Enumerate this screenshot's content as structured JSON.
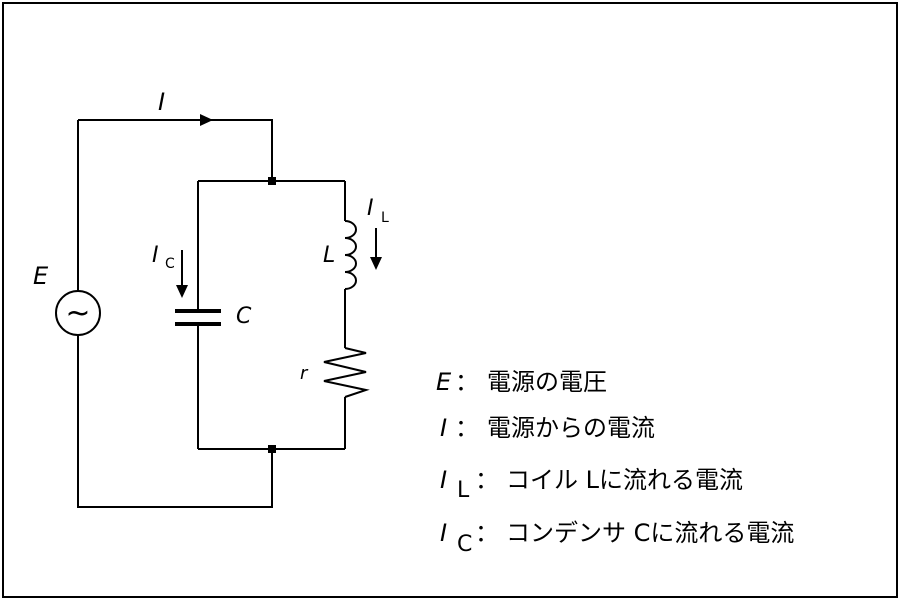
{
  "circuit": {
    "source_symbol": "E",
    "source_glyph": "~",
    "total_current": "I",
    "inductor_current": {
      "main": "I",
      "sub": "L"
    },
    "capacitor_current": {
      "main": "I",
      "sub": "C"
    },
    "inductor_label": "L",
    "capacitor_label": "C",
    "resistor_label": "r"
  },
  "legend": [
    {
      "symbol": "E",
      "sub": "",
      "separator": "：",
      "desc": "電源の電圧"
    },
    {
      "symbol": "I",
      "sub": "",
      "separator": "：",
      "desc": "電源からの電流"
    },
    {
      "symbol": "I",
      "sub": "L",
      "separator": "：",
      "desc": "コイル Lに流れる電流"
    },
    {
      "symbol": "I",
      "sub": "C",
      "separator": "：",
      "desc": "コンデンサ Cに流れる電流"
    }
  ]
}
